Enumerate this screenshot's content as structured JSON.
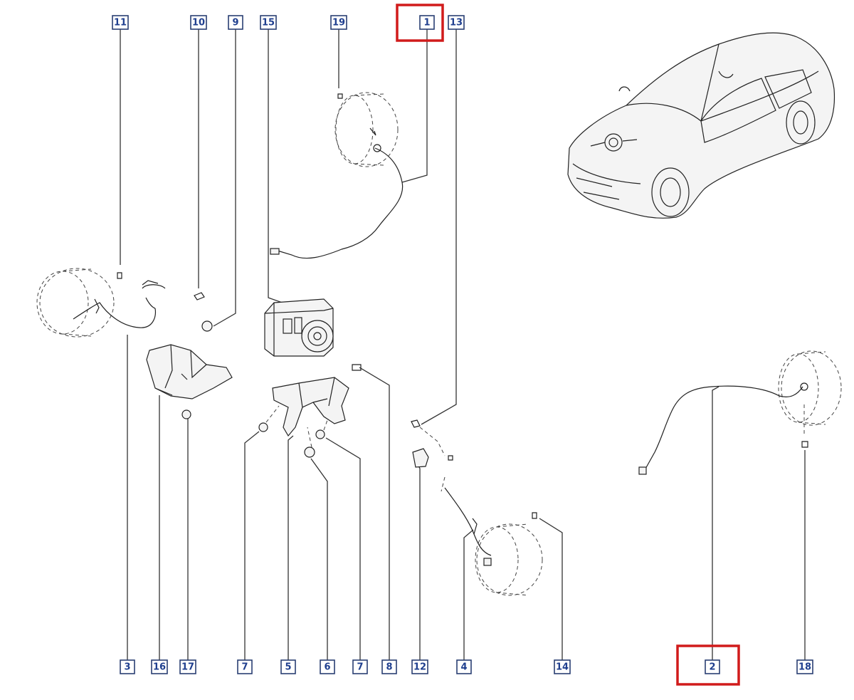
{
  "callouts": {
    "top": [
      "11",
      "10",
      "9",
      "15",
      "19",
      "1",
      "13"
    ],
    "bottom": [
      "3",
      "16",
      "17",
      "7",
      "5",
      "6",
      "7",
      "8",
      "12",
      "4",
      "14",
      "2",
      "18"
    ]
  },
  "highlighted": [
    "1",
    "2"
  ],
  "colors": {
    "callout_text": "#1f3f8f",
    "callout_border": "#2a3f73",
    "highlight": "#d11b1b",
    "line": "#222222"
  }
}
